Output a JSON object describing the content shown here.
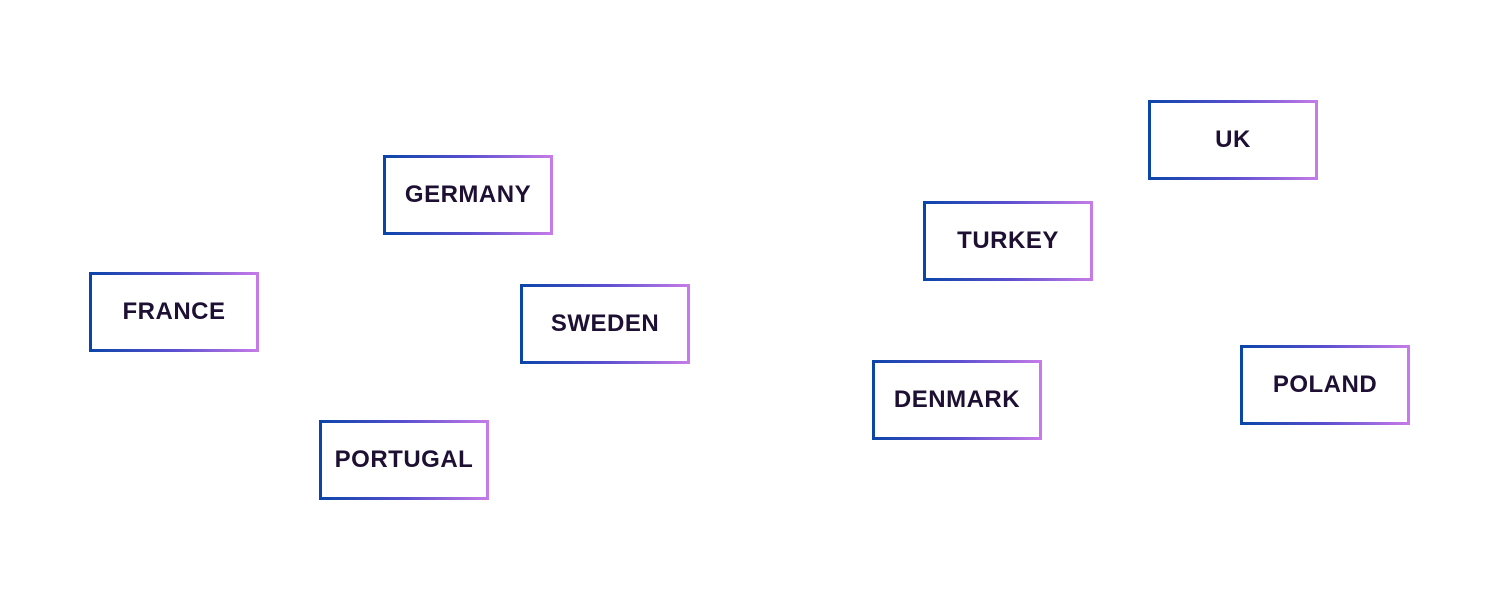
{
  "tags": {
    "germany": "GERMANY",
    "france": "FRANCE",
    "sweden": "SWEDEN",
    "portugal": "PORTUGAL",
    "uk": "UK",
    "turkey": "TURKEY",
    "denmark": "DENMARK",
    "poland": "POLAND"
  },
  "colors": {
    "border_start": "#0a45a8",
    "border_end": "#c77be8",
    "text": "#1e1033",
    "background": "#ffffff"
  }
}
